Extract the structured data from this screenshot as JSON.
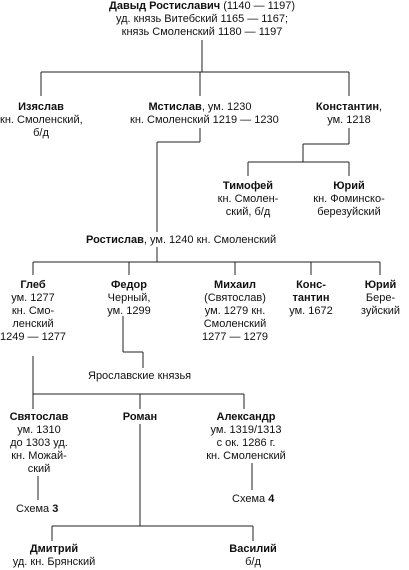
{
  "nodes": {
    "david": {
      "name": "Давыд Ростиславич",
      "rest": " (1140 — 1197)",
      "l2": "уд. князь Витебский 1165 — 1167;",
      "l3": "князь Смоленский 1180 — 1197"
    },
    "izyaslav": {
      "name": "Изяслав",
      "l2": "кн. Смоленский,",
      "l3": "б/д"
    },
    "mstislav": {
      "name": "Мстислав",
      "rest": ", ум. 1230",
      "l2": "кн. Смоленский 1219 — 1230"
    },
    "konstantin1": {
      "name": "Константин",
      "rest": ",",
      "l2": "ум. 1218"
    },
    "timofey": {
      "name": "Тимофей",
      "l2": "кн. Смолен-",
      "l3": "ский, б/д"
    },
    "yuri1": {
      "name": "Юрий",
      "l2": "кн. Фоминско-",
      "l3": "березуйский"
    },
    "rostislav": {
      "name": "Ростислав",
      "rest": ", ум. 1240 кн. Смоленский"
    },
    "gleb": {
      "name": "Глеб",
      "l2": "ум. 1277",
      "l3": "кн. Смо-",
      "l4": "ленский",
      "l5": "1249 — 1277"
    },
    "fedor": {
      "name": "Федор",
      "l2": "Черный,",
      "l3": "ум. 1299"
    },
    "mikhail": {
      "name": "Михаил",
      "l2": "(Святослав)",
      "l3": "ум. 1279 кн.",
      "l4": "Смоленский",
      "l5": "1277 — 1279"
    },
    "konstantin2": {
      "name": "Конс-",
      "name2": "тантин",
      "l3": "ум. 1672"
    },
    "yuri2": {
      "name": "Юрий",
      "l2": "Бере-",
      "l3": "зуйский"
    },
    "yaroslavl": {
      "label": "Ярославские князья"
    },
    "svyatoslav": {
      "name": "Святослав",
      "l2": "ум. 1310",
      "l3": "до 1303 уд.",
      "l4": "кн. Можай-",
      "l5": "ский"
    },
    "roman": {
      "name": "Роман"
    },
    "alexandr": {
      "name": "Александр",
      "l2": "ум. 1319/1313",
      "l3": "с ок. 1286 г.",
      "l4": "кн. Смоленский"
    },
    "schema3": {
      "label": "Схема ",
      "num": "3"
    },
    "schema4": {
      "label": "Схема ",
      "num": "4"
    },
    "dmitry": {
      "name": "Дмитрий",
      "l2": "уд. кн. Брянский"
    },
    "vasily": {
      "name": "Василий",
      "l2": "б/д"
    }
  }
}
